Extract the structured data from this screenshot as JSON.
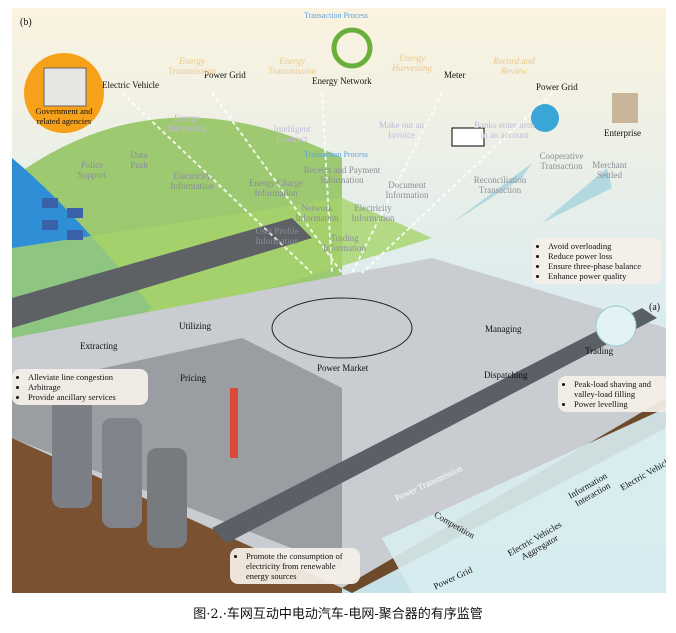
{
  "panel_b_label": "(b)",
  "panel_a_label": "(a)",
  "top": {
    "transaction_process_top": "Transaction Process",
    "electric_vehicle": "Electric Vehicle",
    "power_grid_1": "Power Grid",
    "energy_network": "Energy Network",
    "meter": "Meter",
    "power_grid_2": "Power Grid",
    "enterprise": "Enterprise",
    "government": "Government and related agencies",
    "energy_transmission_1": "Energy Transmission",
    "energy_transmission_2": "Energy Transmission",
    "energy_harvesting_1": "Energy Harvesting",
    "record_review": "Record and Review",
    "energy_harvesting_2": "Energy Harvesting",
    "intelligent_contract": "Intelligent Contract",
    "make_invoice": "Make out an Invoice",
    "banks_enter": "Banks enter item in an account",
    "transaction_process_mid": "Transaction Process"
  },
  "flows": {
    "police_support": "Police Support",
    "data_push": "Data Push",
    "electricity_info_1": "Electricity Information",
    "energy_charge_info": "Energy Charge Information",
    "network_info": "Network Information",
    "user_profile_info": "User Profile Information",
    "receipt_payment_info": "Receipt and Payment Information",
    "document_info": "Document Information",
    "electricity_info_2": "Electricity Information",
    "trading_info": "Trading Information",
    "reconciliation": "Reconciliation Transaction",
    "cooperative": "Cooperative Transaction",
    "merchant_settled": "Merchant Settled"
  },
  "market": {
    "extracting": "Extracting",
    "utilizing": "Utilizing",
    "power_market": "Power Market",
    "pricing": "Pricing",
    "managing": "Managing",
    "dispatching": "Dispatching",
    "trading": "Trading"
  },
  "boxes": {
    "grid_benefits": [
      "Avoid overloading",
      "Reduce power loss",
      "Ensure three-phase balance",
      "Enhance power quality"
    ],
    "market_benefits": [
      "Alleviate line congestion",
      "Arbitrage",
      "Provide ancillary services"
    ],
    "load_benefits": [
      "Peak-load shaving and valley-load filling",
      "Power levelling"
    ],
    "renewable": [
      "Promote the consumption of electricity from renewable energy sources"
    ]
  },
  "aggregator": {
    "power_transmission": "Power Transmission",
    "competition": "Competition",
    "ev_aggregator": "Electric Vehicles Aggregator",
    "info_interaction": "Information Interaction",
    "electric_vehicles": "Electric Vehicles",
    "power_grid": "Power Grid"
  },
  "caption": "图·2.·车网互动中电动汽车-电网-聚合器的有序监管"
}
